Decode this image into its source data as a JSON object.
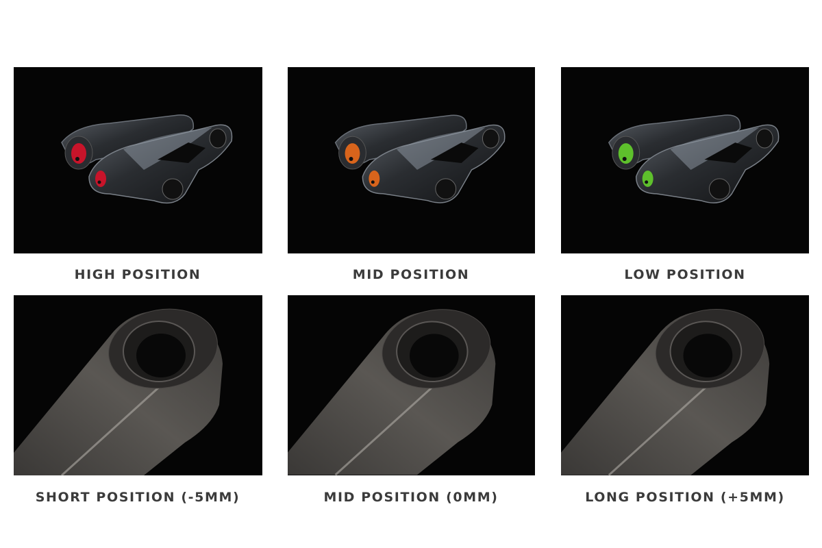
{
  "rows": [
    {
      "type": "linkage",
      "items": [
        {
          "label": "HIGH POSITION",
          "accent": "#c8142a"
        },
        {
          "label": "MID POSITION",
          "accent": "#d8641c"
        },
        {
          "label": "LOW POSITION",
          "accent": "#5ec02c"
        }
      ]
    },
    {
      "type": "crank",
      "items": [
        {
          "label": "SHORT POSITION (-5MM)"
        },
        {
          "label": "MID POSITION (0MM)"
        },
        {
          "label": "LONG POSITION (+5MM)"
        }
      ]
    }
  ]
}
